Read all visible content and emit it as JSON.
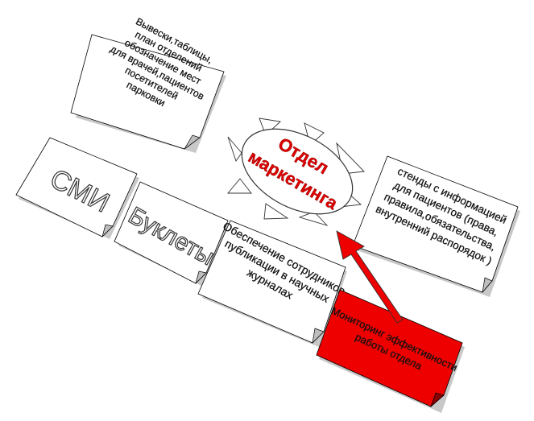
{
  "center": {
    "line1": "Отдел",
    "line2": "маркетинга",
    "text_color": "#e00000"
  },
  "notes": {
    "signs": [
      "Вывески,таблицы,",
      "план отделений",
      "обозначение мест",
      "для врачей,пациентов",
      "посетителей",
      "парковки"
    ],
    "media": "СМИ",
    "booklets": "Буклеты",
    "stands": [
      "стенды с информацией",
      "для пациентов (права,",
      "правила,обязательства,",
      "внутренний распорядок )"
    ],
    "publications": [
      "Обеспечение сотрудников",
      "публикации в научных",
      "журналах"
    ],
    "analysis": [
      "Мониторинг эффективности",
      "работы отдела"
    ]
  },
  "colors": {
    "analysis_fill": "#ee0000",
    "arrow_fill": "#ee0000",
    "note_fill": "#ffffff"
  }
}
